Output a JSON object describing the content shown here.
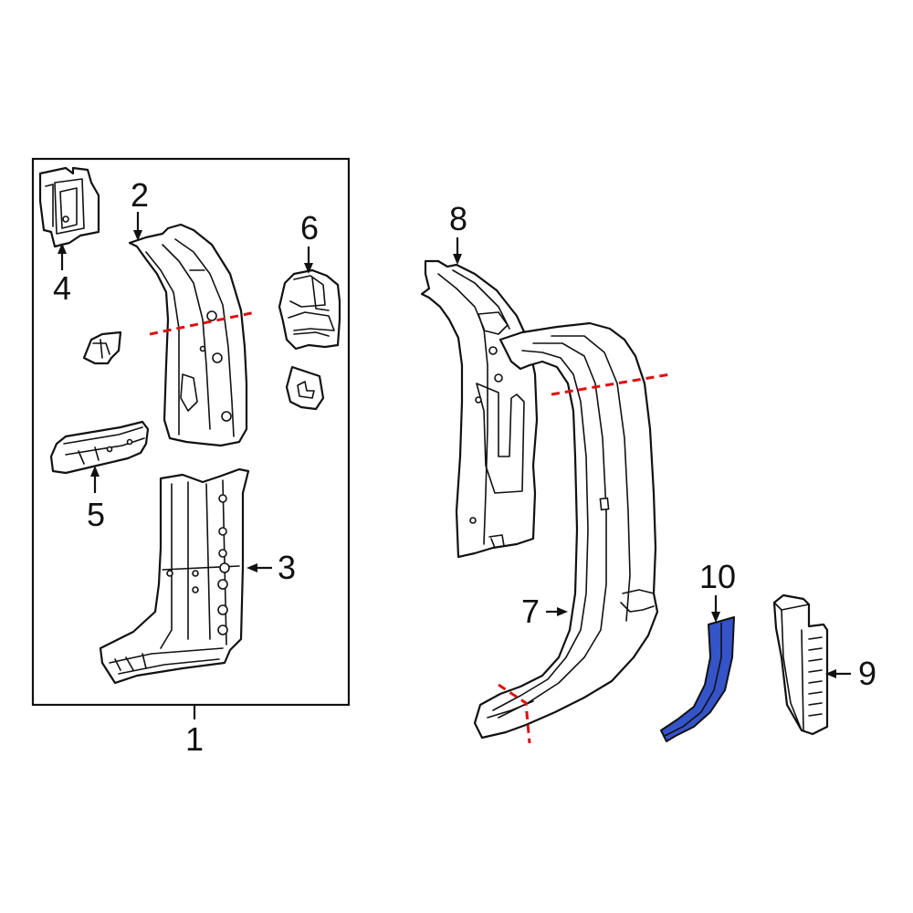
{
  "callouts": {
    "c1": "1",
    "c2": "2",
    "c3": "3",
    "c4": "4",
    "c5": "5",
    "c6": "6",
    "c7": "7",
    "c8": "8",
    "c9": "9",
    "c10": "10"
  },
  "colors": {
    "highlight_part": "#3454c8",
    "cut_line": "#dd1111",
    "line": "#111111",
    "background": "#ffffff"
  },
  "highlighted_part": "10"
}
